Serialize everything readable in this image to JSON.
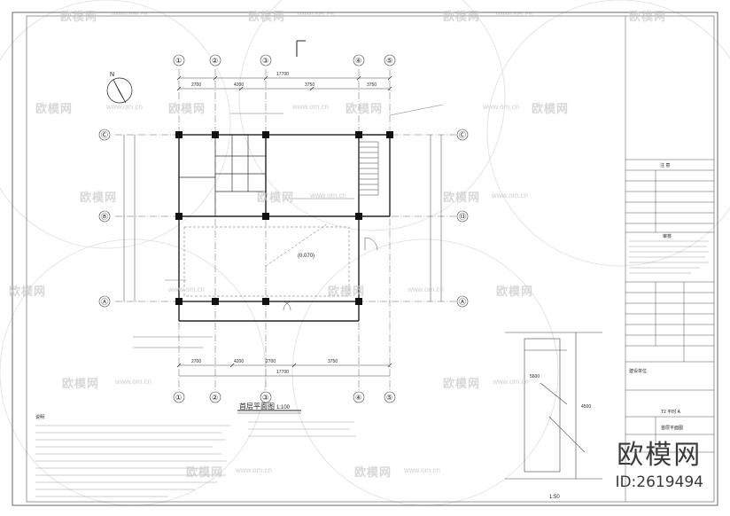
{
  "watermarks": {
    "brand_text": "欧模网",
    "url_text": "www.om.cn"
  },
  "drawing": {
    "north_label": "N",
    "axis_numbers": [
      "①",
      "②",
      "③",
      "④",
      "⑤"
    ],
    "axis_letters": [
      "Ⓒ",
      "Ⓑ",
      "Ⓐ"
    ],
    "axis_13": "⑬",
    "top_dims": [
      "17700",
      "2700",
      "4200",
      "3750",
      "3750"
    ],
    "bottom_dims": [
      "2700",
      "4200",
      "2700",
      "3750",
      "17700"
    ],
    "room_area_label": "(0.070)",
    "plan_title": "首层平面图",
    "plan_scale": "1:100",
    "section_scale": "1:50",
    "section_dims": [
      "5600",
      "4500"
    ],
    "notes_label": "说明"
  },
  "title_block": {
    "notes_header": "注 意",
    "review_header": "审核",
    "project_label": "建设单位",
    "drawing_name": "首层平面图",
    "version": "T2 平时 A"
  },
  "brand": {
    "name": "欧模网",
    "id": "ID:2619494"
  }
}
